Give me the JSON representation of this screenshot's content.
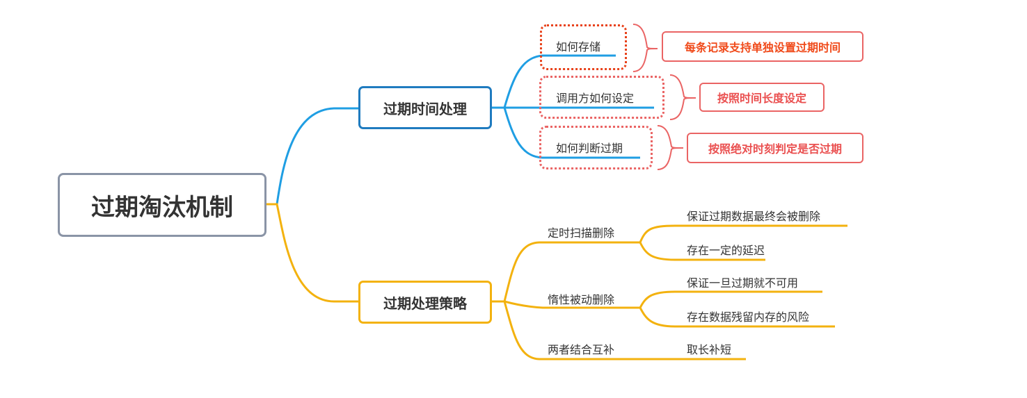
{
  "root": {
    "label": "过期淘汰机制"
  },
  "branches": [
    {
      "label": "过期时间处理",
      "color": "#1f9ee3",
      "children": [
        {
          "label": "如何存储",
          "note": "每条记录支持单独设置过期时间",
          "note_color": "#f04a1a",
          "frame_color": "#e8421b"
        },
        {
          "label": "调用方如何设定",
          "note": "按照时间长度设定",
          "note_color": "#ea5050",
          "frame_color": "#ea6464"
        },
        {
          "label": "如何判断过期",
          "note": "按照绝对时刻判定是否过期",
          "note_color": "#ea5050",
          "frame_color": "#ea6464"
        }
      ]
    },
    {
      "label": "过期处理策略",
      "color": "#f3b20f",
      "children": [
        {
          "label": "定时扫描删除",
          "children": [
            "保证过期数据最终会被删除",
            "存在一定的延迟"
          ]
        },
        {
          "label": "惰性被动删除",
          "children": [
            "保证一旦过期就不可用",
            "存在数据残留内存的风险"
          ]
        },
        {
          "label": "两者结合互补",
          "children": [
            "取长补短"
          ]
        }
      ]
    }
  ]
}
